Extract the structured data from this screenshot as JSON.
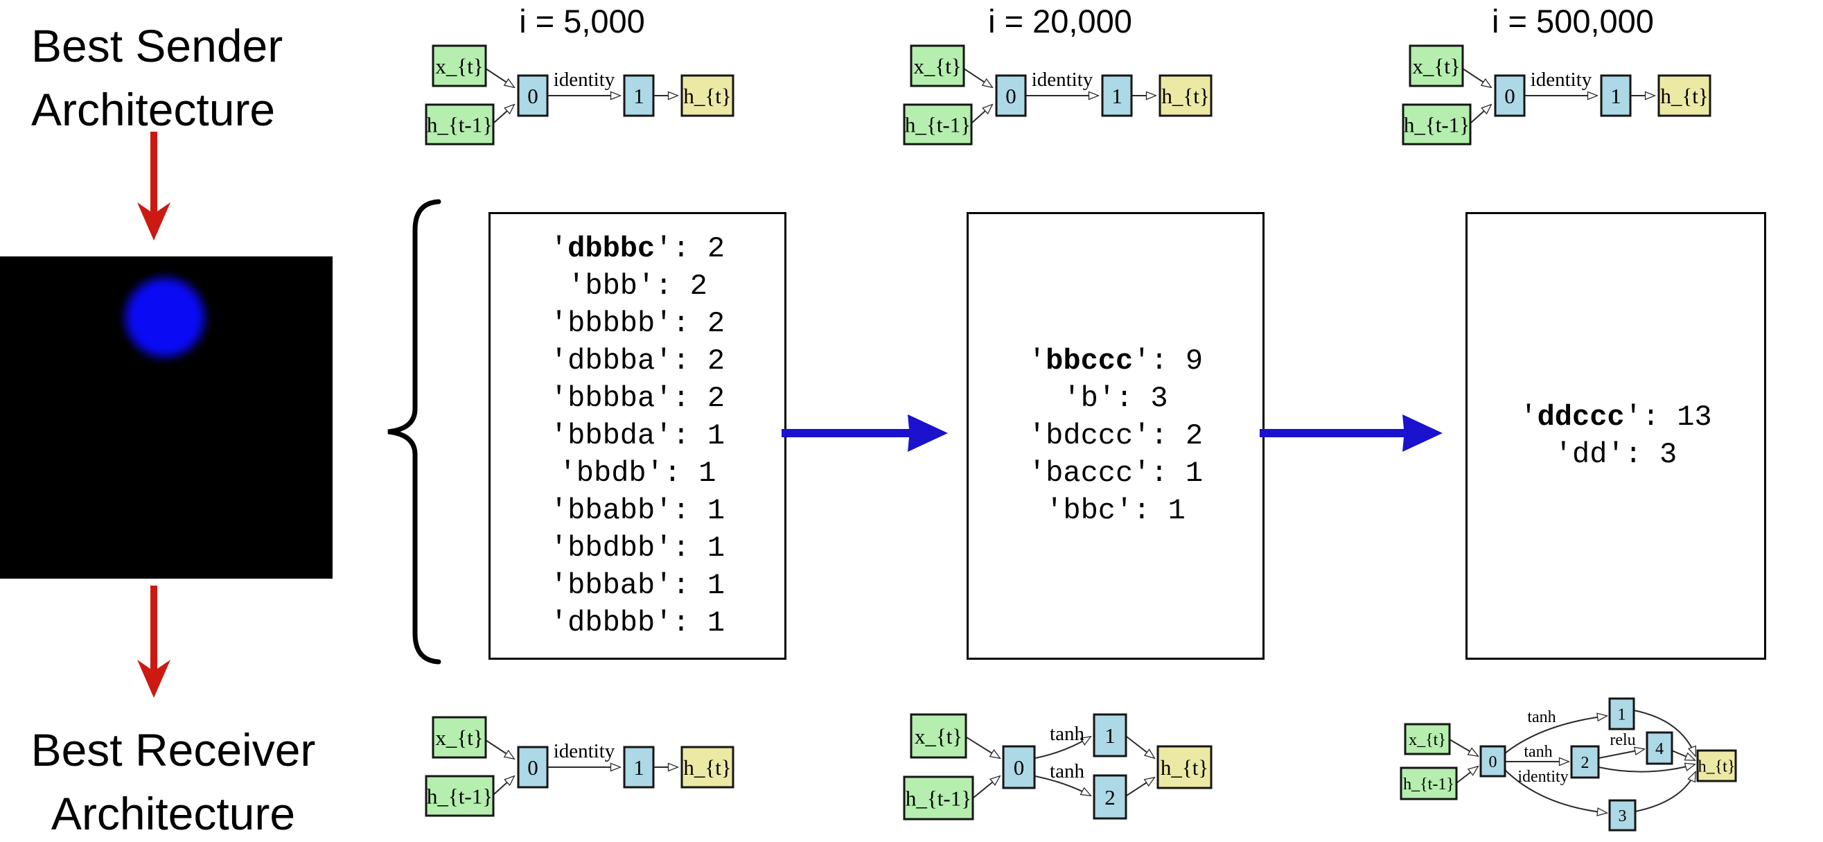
{
  "left_panel": {
    "sender_title_lines": [
      "Best Sender",
      "Architecture"
    ],
    "receiver_title_lines": [
      "Best Receiver",
      "Architecture"
    ],
    "arrow_color": "#cc1a12",
    "stimulus": {
      "background": "#000000",
      "dot_color": "#0a0af5"
    }
  },
  "flow": {
    "arrow_color": "#1a12cd"
  },
  "columns": [
    {
      "id": "i5000",
      "title": "i = 5,000",
      "messages": [
        {
          "key": "dbbbc",
          "count": 2,
          "bold": true
        },
        {
          "key": "bbb",
          "count": 2
        },
        {
          "key": "bbbbb",
          "count": 2
        },
        {
          "key": "dbbba",
          "count": 2
        },
        {
          "key": "bbbba",
          "count": 2
        },
        {
          "key": "bbbda",
          "count": 1
        },
        {
          "key": "bbdb",
          "count": 1
        },
        {
          "key": "bbabb",
          "count": 1
        },
        {
          "key": "bbdbb",
          "count": 1
        },
        {
          "key": "bbbab",
          "count": 1
        },
        {
          "key": "dbbbb",
          "count": 1
        }
      ]
    },
    {
      "id": "i20000",
      "title": "i = 20,000",
      "messages": [
        {
          "key": "bbccc",
          "count": 9,
          "bold": true
        },
        {
          "key": "b",
          "count": 3
        },
        {
          "key": "bdccc",
          "count": 2
        },
        {
          "key": "baccc",
          "count": 1
        },
        {
          "key": "bbc",
          "count": 1
        }
      ]
    },
    {
      "id": "i500000",
      "title": "i = 500,000",
      "messages": [
        {
          "key": "ddccc",
          "count": 13,
          "bold": true
        },
        {
          "key": "dd",
          "count": 3
        }
      ]
    }
  ],
  "node_palette": {
    "input": "#b5eeae",
    "hidden": "#add8e6",
    "output": "#ece9a5",
    "border": "#151515",
    "edge": "#2a2a2a"
  },
  "diagrams": [
    {
      "name": "sender-i5000",
      "row": "sender",
      "column": "i5000",
      "archetype": "linear",
      "nodes": {
        "in1": "x_{t}",
        "in2": "h_{t-1}",
        "n0": "0",
        "n1": "1",
        "out": "h_{t}"
      },
      "edge_labels": {
        "n0-n1": "identity"
      }
    },
    {
      "name": "sender-i20000",
      "row": "sender",
      "column": "i20000",
      "archetype": "linear",
      "nodes": {
        "in1": "x_{t}",
        "in2": "h_{t-1}",
        "n0": "0",
        "n1": "1",
        "out": "h_{t}"
      },
      "edge_labels": {
        "n0-n1": "identity"
      }
    },
    {
      "name": "sender-i500000",
      "row": "sender",
      "column": "i500000",
      "archetype": "linear",
      "nodes": {
        "in1": "x_{t}",
        "in2": "h_{t-1}",
        "n0": "0",
        "n1": "1",
        "out": "h_{t}"
      },
      "edge_labels": {
        "n0-n1": "identity"
      }
    },
    {
      "name": "receiver-i5000",
      "row": "receiver",
      "column": "i5000",
      "archetype": "linear",
      "nodes": {
        "in1": "x_{t}",
        "in2": "h_{t-1}",
        "n0": "0",
        "n1": "1",
        "out": "h_{t}"
      },
      "edge_labels": {
        "n0-n1": "identity"
      }
    },
    {
      "name": "receiver-i20000",
      "row": "receiver",
      "column": "i20000",
      "archetype": "fork",
      "nodes": {
        "in1": "x_{t}",
        "in2": "h_{t-1}",
        "n0": "0",
        "n1": "1",
        "n2": "2",
        "out": "h_{t}"
      },
      "edge_labels": {
        "n0-n1": "tanh",
        "n0-n2": "tanh"
      }
    },
    {
      "name": "receiver-i500000",
      "row": "receiver",
      "column": "i500000",
      "archetype": "complex",
      "nodes": {
        "in1": "x_{t}",
        "in2": "h_{t-1}",
        "n0": "0",
        "n1": "1",
        "n2": "2",
        "n3": "3",
        "n4": "4",
        "out": "h_{t}"
      },
      "edge_labels": {
        "n0-n1": "tanh",
        "n0-n2": "tanh",
        "n0-n3": "identity",
        "n2-n4": "relu"
      }
    }
  ]
}
